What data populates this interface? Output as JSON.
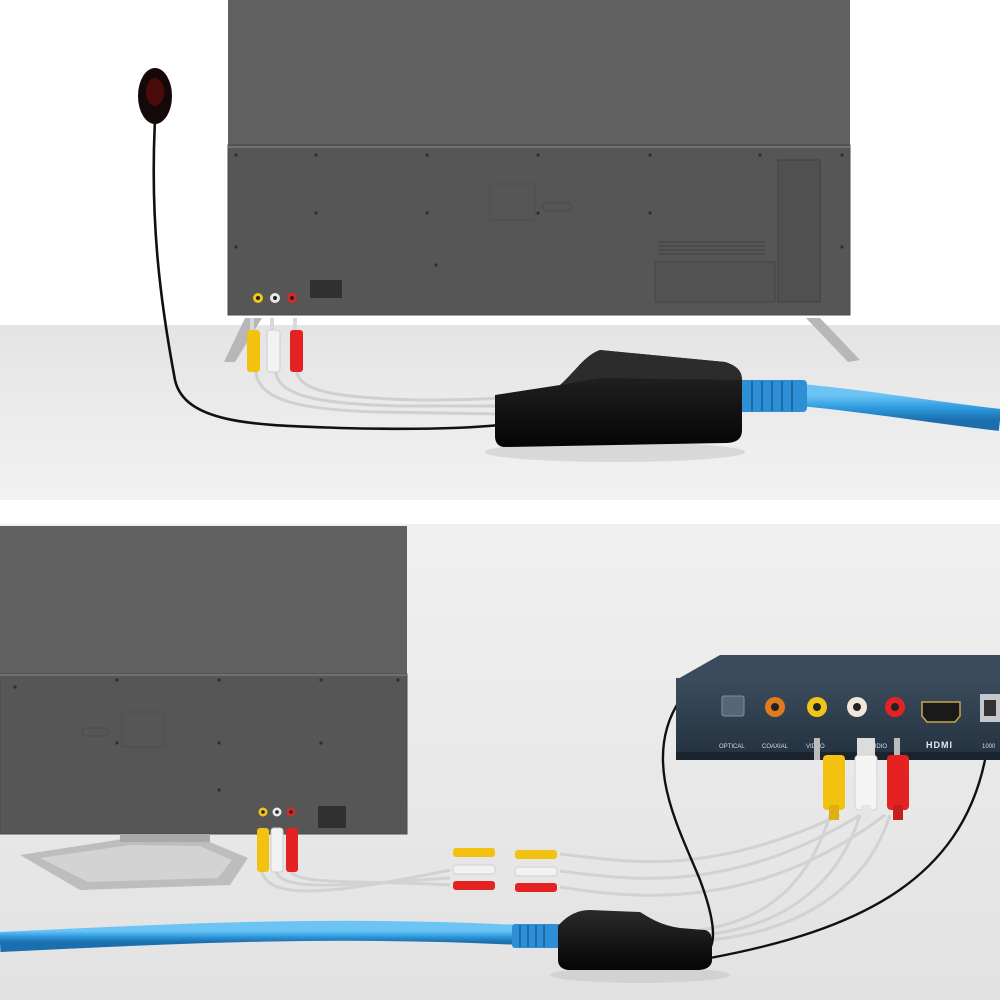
{
  "colors": {
    "tv_body": "#5a5b5a",
    "tv_top_panel": "#606160",
    "floor": "#e7e7e7",
    "cable_blue": "#2f9be0",
    "extender_black": "#141414",
    "box_navy": "#243240",
    "rca_yellow": "#f3c210",
    "rca_white": "#f2f2f2",
    "rca_red": "#e42222"
  },
  "player": {
    "labels": {
      "optical": "OPTICAL",
      "coaxial": "COAXIAL",
      "video": "VIDEO",
      "audio": "AUDIO",
      "hdmi": "HDMI",
      "lan": "1000"
    }
  },
  "icons": [
    "ir-receiver-icon",
    "rca-plug-icon",
    "hdmi-port-icon",
    "lan-port-icon"
  ]
}
